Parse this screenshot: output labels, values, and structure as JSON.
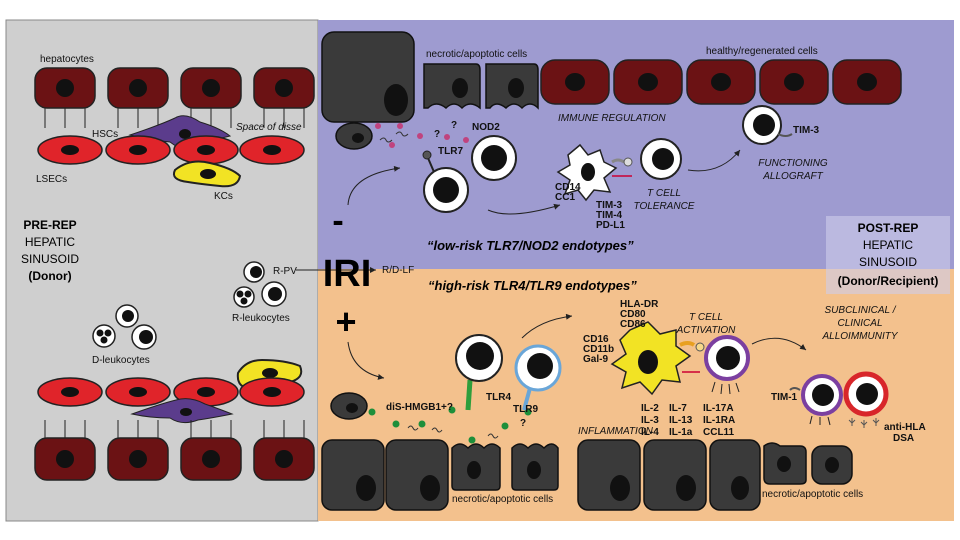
{
  "colors": {
    "left_bg": "#cfcfcf",
    "top_right_bg": "#9e9bd0",
    "bottom_right_bg": "#f3c18d",
    "hepatocyte": "#6b1214",
    "lsec": "#e0242a",
    "dark_cell": "#3a3a3a",
    "kc": "#f2e324",
    "hsc": "#5b3c8c"
  },
  "labels": {
    "hepatocytes": "hepatocytes",
    "hscs": "HSCs",
    "space_of_disse": "Space of disse",
    "lsecs": "LSECs",
    "kcs": "KCs",
    "pre_rep_1": "PRE-REP",
    "pre_rep_2": "HEPATIC",
    "pre_rep_3": "SINUSOID",
    "pre_rep_4": "(Donor)",
    "r_pv": "R-PV",
    "r_d_lf": "R/D-LF",
    "iri": "IRI",
    "minus": "-",
    "plus": "+",
    "r_leukocytes": "R-leukocytes",
    "d_leukocytes": "D-leukocytes",
    "necrotic_top": "necrotic/apoptotic cells",
    "healthy": "healthy/regenerated cells",
    "immune_regulation": "IMMUNE REGULATION",
    "tlr7": "TLR7",
    "nod2": "NOD2",
    "q1": "?",
    "q2": "?",
    "q3": "?",
    "cd14": "CD14",
    "cc1": "CC1",
    "tim3_a": "TIM-3",
    "tim4": "TIM-4",
    "pdl1": "PD-L1",
    "t_cell_tol_1": "T CELL",
    "t_cell_tol_2": "TOLERANCE",
    "tim3_b": "TIM-3",
    "func_allo_1": "FUNCTIONING",
    "func_allo_2": "ALLOGRAFT",
    "post_rep_1": "POST-REP",
    "post_rep_2": "HEPATIC",
    "post_rep_3": "SINUSOID",
    "post_rep_4": "(Donor/Recipient)",
    "low_risk": "“low-risk TLR7/NOD2 endotypes”",
    "high_risk": "“high-risk TLR4/TLR9 endotypes”",
    "dis_hmgb1": "diS-HMGB1+?",
    "tlr4": "TLR4",
    "tlr9": "TLR9",
    "hla_dr": "HLA-DR",
    "cd80": "CD80",
    "cd86": "CD86",
    "cd16": "CD16",
    "cd11b": "CD11b",
    "gal9": "Gal-9",
    "t_cell_act_1": "T CELL",
    "t_cell_act_2": "ACTIVATION",
    "il2": "IL-2",
    "il3": "IL-3",
    "il4": "IL-4",
    "il7": "IL-7",
    "il13": "IL-13",
    "il1a": "IL-1a",
    "il17a": "IL-17A",
    "il1ra": "IL-1RA",
    "ccl11": "CCL11",
    "inflammation": "INFLAMMATION",
    "subclinical_1": "SUBCLINICAL /",
    "subclinical_2": "CLINICAL",
    "subclinical_3": "ALLOIMMUNITY",
    "tim1": "TIM-1",
    "anti_hla_1": "anti-HLA",
    "anti_hla_2": "DSA",
    "necrotic_bottom_1": "necrotic/apoptotic cells",
    "necrotic_bottom_2": "necrotic/apoptotic cells"
  }
}
